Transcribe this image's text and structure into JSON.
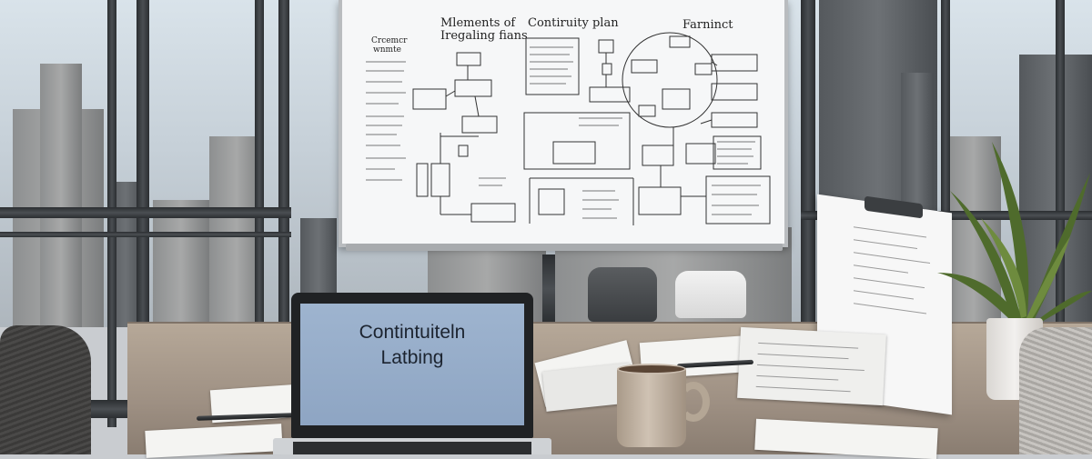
{
  "whiteboard": {
    "heading_left_1": "Mlements of",
    "heading_left_2": "Iregaling fians",
    "heading_center": "Contiruity plan",
    "heading_right": "Farninct",
    "side_header_1": "Crcemcr",
    "side_header_2": "wnmte"
  },
  "laptop": {
    "screen_line_1": "Contintuiteln",
    "screen_line_2": "Latbing"
  },
  "colors": {
    "sky": "#d9e3ea",
    "whiteboard": "#f6f7f8",
    "desk": "#a89a8c",
    "laptop_screen": "#9eb4cf"
  }
}
